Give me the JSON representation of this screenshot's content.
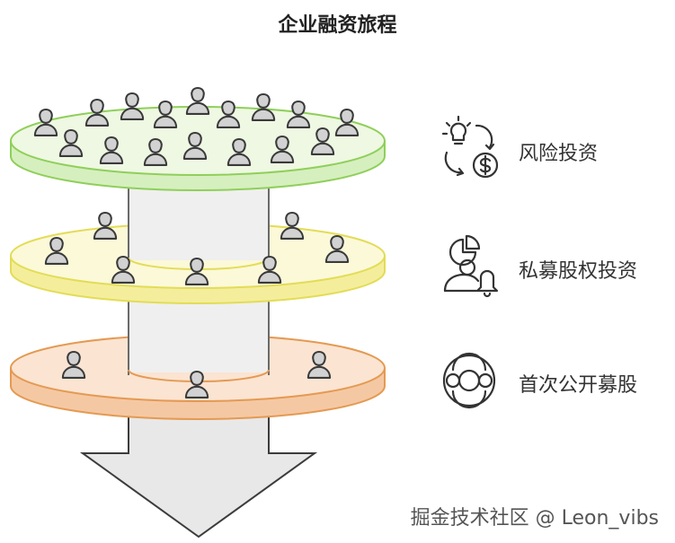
{
  "title": "企业融资旅程",
  "stages": [
    {
      "label": "风险投资",
      "icon": "lightbulb-money-cycle-icon",
      "color": "#8fcf5a",
      "fill": "#eef8e2"
    },
    {
      "label": "私募股权投资",
      "icon": "pie-chart-person-bell-icon",
      "color": "#e3dc57",
      "fill": "#fbf9d8"
    },
    {
      "label": "首次公开募股",
      "icon": "circular-network-icon",
      "color": "#e49a52",
      "fill": "#fbe4d2"
    }
  ],
  "watermark": "掘金技术社区 @ Leon_vibs"
}
